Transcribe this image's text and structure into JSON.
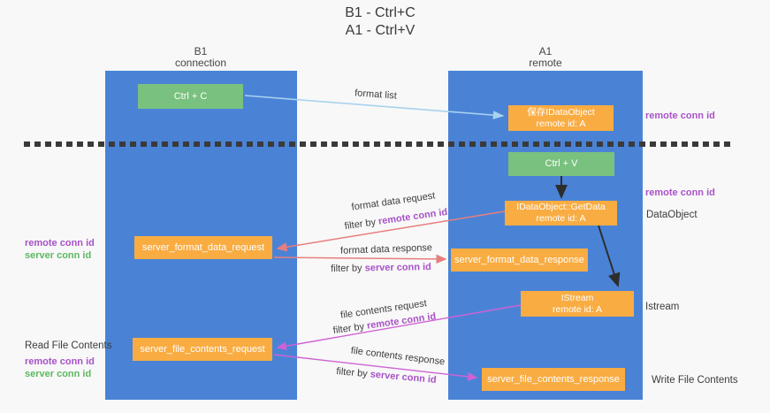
{
  "title": {
    "line1": "B1 - Ctrl+C",
    "line2": "A1 - Ctrl+V"
  },
  "columns": {
    "left": {
      "name": "B1",
      "role": "connection"
    },
    "right": {
      "name": "A1",
      "role": "remote"
    }
  },
  "nodes": {
    "ctrl_c": "Ctrl + C",
    "ctrl_v": "Ctrl + V",
    "save_idataobject": {
      "line1": "保存IDataObject",
      "line2": "remote id: A"
    },
    "getdata": {
      "line1": "IDataObject::GetData",
      "line2": "remote id: A"
    },
    "istream": {
      "line1": "IStream",
      "line2": "remote id: A"
    },
    "server_format_data_request": "server_format_data_request",
    "server_format_data_response": "server_format_data_response",
    "server_file_contents_request": "server_file_contents_request",
    "server_file_contents_response": "server_file_contents_response"
  },
  "labels": {
    "format_list": "format list",
    "format_data_request": "format data request",
    "format_data_response": "format data response",
    "file_contents_request": "file contents request",
    "file_contents_response": "file contents response",
    "filter_by": "filter by ",
    "remote_conn_id": "remote conn id",
    "server_conn_id": "server conn id",
    "dataobject": "DataObject",
    "istream": "Istream",
    "read_file_contents": "Read File Contents",
    "write_file_contents": "Write File Contents"
  },
  "colors": {
    "background": "#f8f8f8",
    "lane_blue": "#4a83d6",
    "node_orange": "#f9ac42",
    "node_green": "#79c17e",
    "arrow_salmon": "#e87e7e",
    "arrow_magenta": "#cf62d4",
    "arrow_lightblue": "#a9d2ee",
    "arrow_black": "#2d2d2d",
    "text_purple": "#a852c8",
    "text_green": "#5cb860",
    "text_dark": "#3c3c3c"
  }
}
